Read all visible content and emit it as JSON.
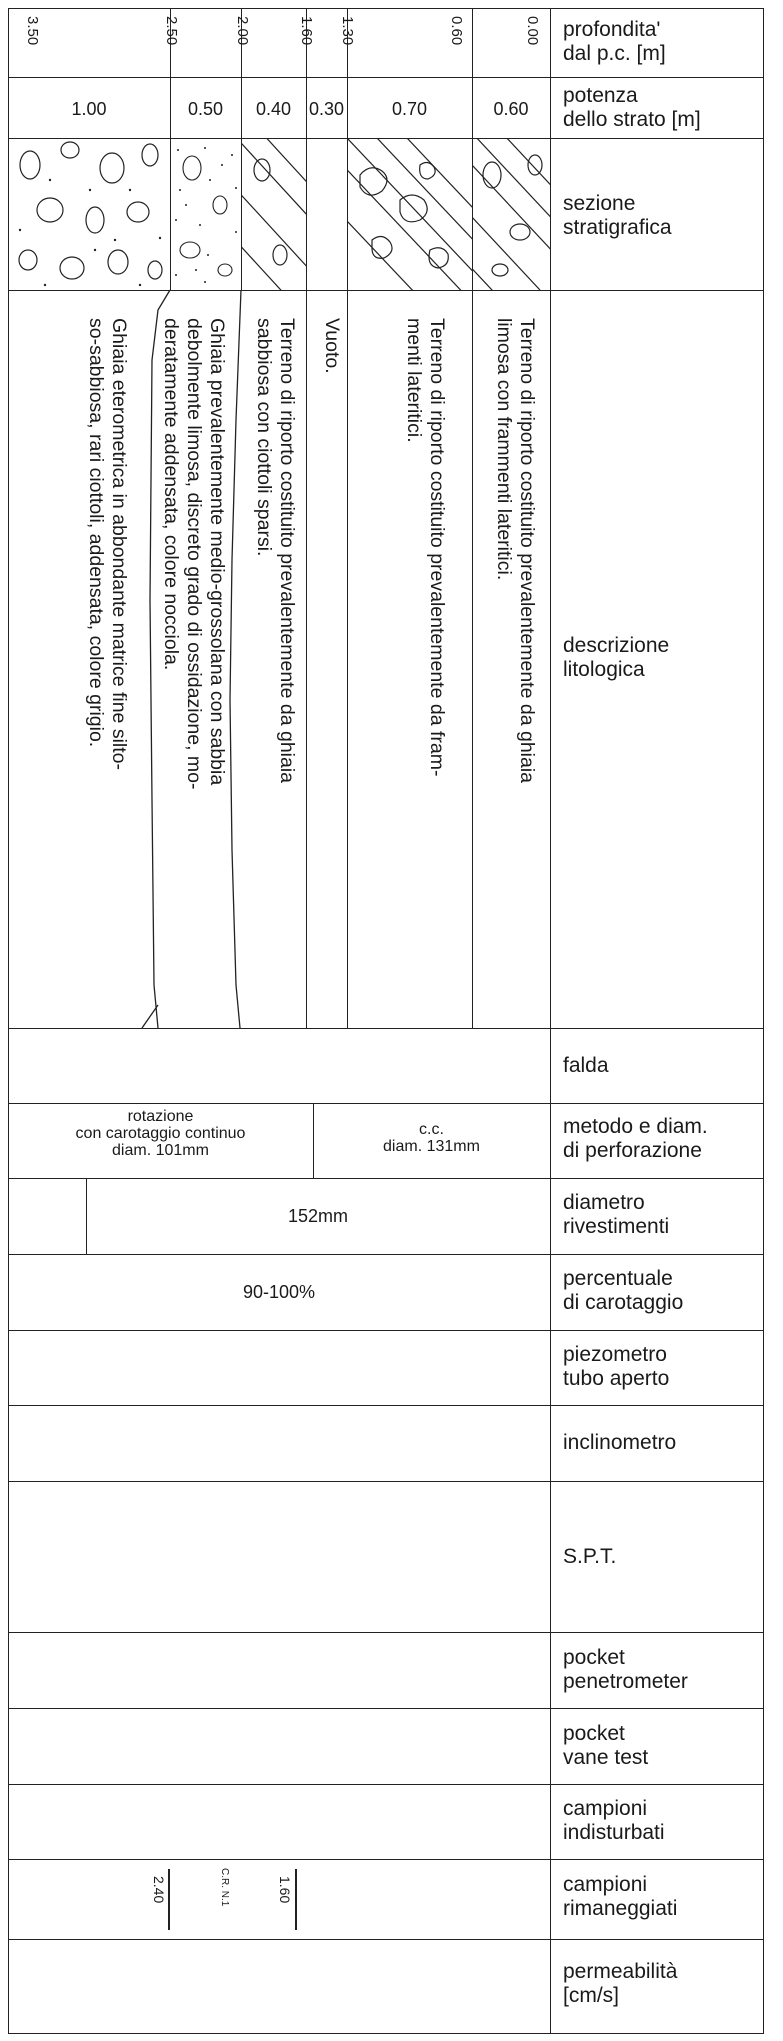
{
  "labels": {
    "profondita": [
      "profondita'",
      "dal p.c. [m]"
    ],
    "potenza": [
      "potenza",
      "dello strato [m]"
    ],
    "sezione": [
      "sezione",
      "stratigrafica"
    ],
    "descrizione": [
      "descrizione",
      "litologica"
    ],
    "falda": [
      "falda"
    ],
    "metodo": [
      "metodo e diam.",
      "di perforazione"
    ],
    "diametro": [
      "diametro",
      "rivestimenti"
    ],
    "percentuale": [
      "percentuale",
      "di carotaggio"
    ],
    "piezometro": [
      "piezometro",
      "tubo aperto"
    ],
    "inclinometro": [
      "inclinometro"
    ],
    "spt": [
      "S.P.T."
    ],
    "pocket_pen": [
      "pocket",
      "penetrometer"
    ],
    "pocket_vane": [
      "pocket",
      "vane test"
    ],
    "camp_ind": [
      "campioni",
      "indisturbati"
    ],
    "camp_rim": [
      "campioni",
      "rimaneggiati"
    ],
    "permeabilita": [
      "permeabilità",
      "[cm/s]"
    ]
  },
  "depths": [
    "0.00",
    "0.60",
    "1.30",
    "1.60",
    "2.00",
    "2.50",
    "3.50"
  ],
  "thickness": [
    "0.60",
    "0.70",
    "0.30",
    "0.40",
    "0.50",
    "1.00"
  ],
  "descriptions": {
    "layer1": [
      "Terreno di riporto costituito prevalentemente da ghiaia",
      "limosa con frammenti lateritici."
    ],
    "layer2": [
      "Terreno di riporto costituito prevalentemente da fram-",
      "menti lateritici."
    ],
    "layer3": [
      "Vuoto."
    ],
    "layer4": [
      "Terreno di riporto costituito prevalentemente da ghiaia",
      "sabbiosa con ciottoli sparsi."
    ],
    "layer5": [
      "Ghiaia prevalentemente medio-grossolana con sabbia",
      "debolmente limosa, discreto grado di ossidazione, mo-",
      "deratamente addensata, colore nocciola."
    ],
    "layer6": [
      "Ghiaia eterometrica in abbondante matrice fine silto-",
      "so-sabbiosa, rari ciottoli, addensata, colore grigio."
    ]
  },
  "metodo": {
    "rotazione": [
      "rotazione",
      "con carotaggio continuo",
      "diam. 101mm"
    ],
    "cc": [
      "c.c.",
      "diam. 131mm"
    ]
  },
  "rivestimento": "152mm",
  "carotaggio": "90-100%",
  "campioni": {
    "from": "1.60",
    "to": "2.40",
    "code": "C.R. N.1"
  }
}
